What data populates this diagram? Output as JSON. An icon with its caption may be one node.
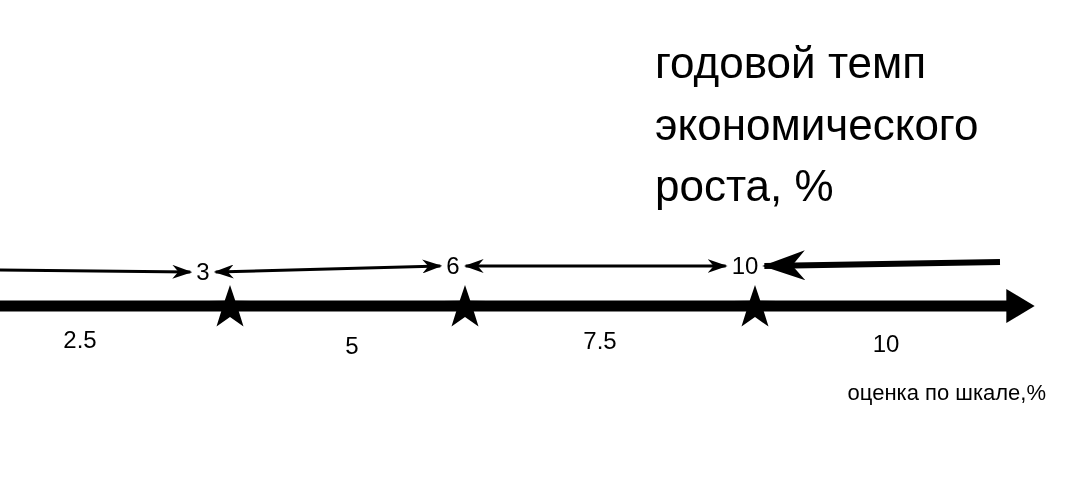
{
  "diagram": {
    "nodes": [
      {
        "text": [
          "3"
        ]
      },
      {
        "text": [
          "6"
        ]
      },
      {
        "text": [
          "10"
        ]
      }
    ],
    "edges": [
      {
        "from": null,
        "to": 0,
        "arrow": "to"
      },
      {
        "from": 0,
        "to": 1,
        "arrow": "both"
      },
      {
        "from": 1,
        "to": 2,
        "arrow": "both"
      },
      {
        "from": null,
        "to": 2,
        "arrow": "to",
        "style": "thick"
      }
    ],
    "labels": [
      "годовой темп экономического роста, %",
      "2.5",
      "5",
      "7.5",
      "10",
      "оценка по шкале,%"
    ]
  }
}
